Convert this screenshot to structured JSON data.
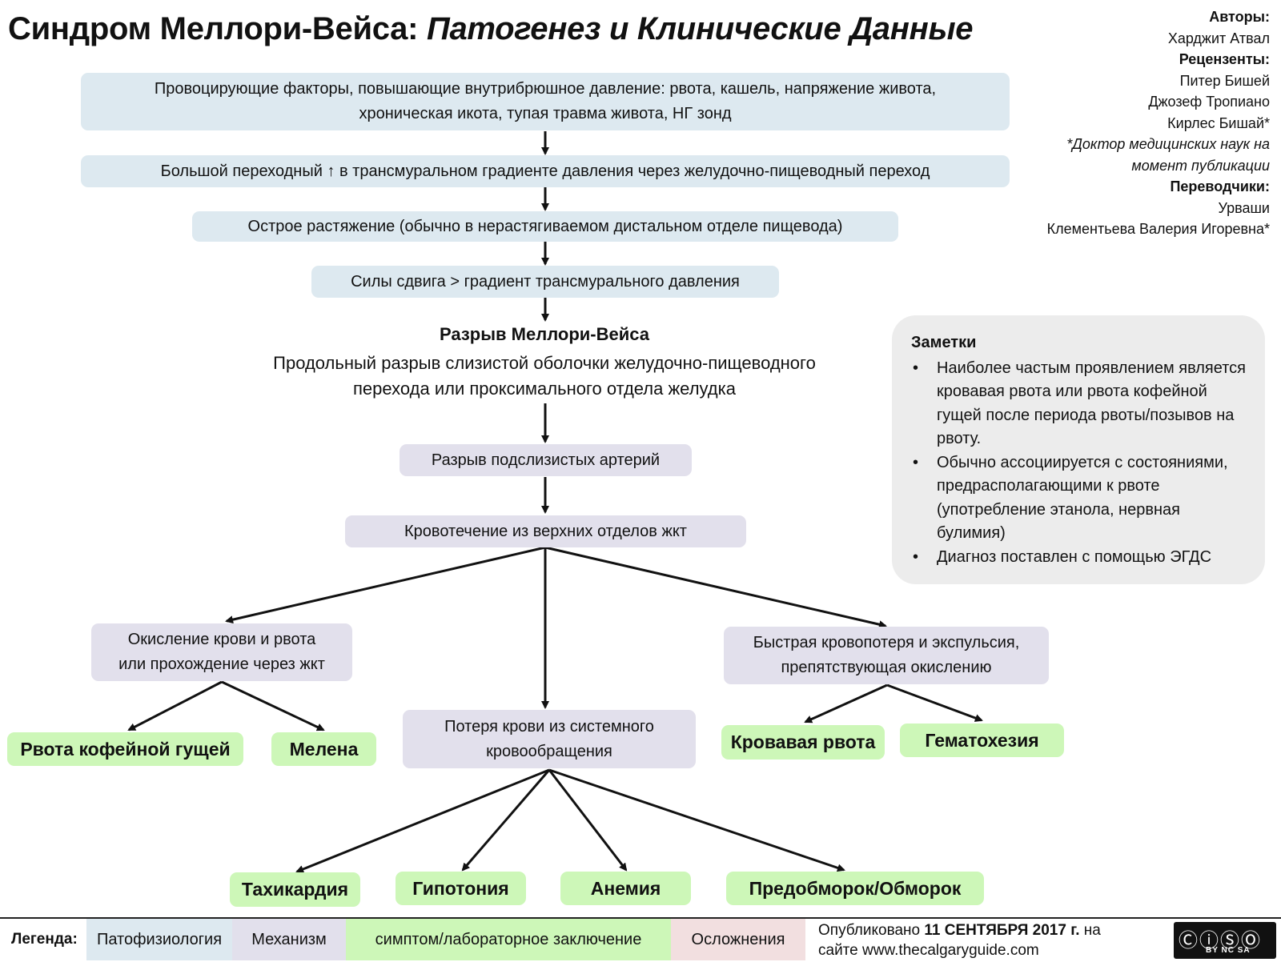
{
  "title": {
    "main": "Синдром Меллори-Вейса:",
    "sub": "Патогенез и Клинические Данные"
  },
  "credits": {
    "authors_label": "Авторы:",
    "authors": [
      "Харджит Атвал"
    ],
    "reviewers_label": "Рецензенты:",
    "reviewers": [
      "Питер Бишей",
      "Джозеф Тропиано",
      "Кирлес Бишай*"
    ],
    "note_line1": "*Доктор медицинских наук на",
    "note_line2": "момент публикации",
    "translators_label": "Переводчики:",
    "translators": [
      "Урваши",
      "Клементьева Валерия Игоревна*"
    ]
  },
  "flow": {
    "factors_line1": "Провоцирующие факторы, повышающие внутрибрюшное давление: рвота, кашель, напряжение живота,",
    "factors_line2": "хроническая икота, тупая травма живота, НГ зонд",
    "gradient": "Большой переходный ↑ в трансмуральном градиенте давления через желудочно-пищеводный переход",
    "stretch": "Острое растяжение (обычно в нерастягиваемом дистальном отделе пищевода)",
    "shear": "Силы сдвига > градиент трансмурального давления",
    "tear_title": "Разрыв Меллори-Вейса",
    "tear_desc_line1": "Продольный разрыв слизистой оболочки желудочно-пищеводного",
    "tear_desc_line2": "перехода или проксимального отдела желудка",
    "artery": "Разрыв подслизистых артерий",
    "bleed": "Кровотечение из верхних отделов жкт",
    "oxid_line1": "Окисление крови и рвота",
    "oxid_line2": "или прохождение через жкт",
    "loss_line1": "Потеря крови из системного",
    "loss_line2": "кровообращения",
    "rapid_line1": "Быстрая кровопотеря и экспульсия,",
    "rapid_line2": "препятствующая окислению",
    "coffee": "Рвота кофейной гущей",
    "melena": "Мелена",
    "hematemesis": "Кровавая рвота",
    "hematochezia": "Гематохезия",
    "tachy": "Тахикардия",
    "hypo": "Гипотония",
    "anemia": "Анемия",
    "syncope": "Предобморок/Обморок"
  },
  "notes": {
    "title": "Заметки",
    "items": [
      "Наиболее частым проявлением является кровавая рвота или рвота кофейной гущей после периода рвоты/позывов на рвоту.",
      "Обычно ассоциируется с состояниями, предрасполагающими к рвоте (употребление этанола, нервная булимия)",
      "Диагноз поставлен с помощью ЭГДС"
    ]
  },
  "legend": {
    "label": "Легенда:",
    "patho": "Патофизиология",
    "mech": "Механизм",
    "symp": "симптом/лабораторное заключение",
    "comp": "Осложнения",
    "colors": {
      "patho": "#dde9f0",
      "mech": "#e2e0ec",
      "symp": "#cdf7b8",
      "comp": "#f2dfe0"
    }
  },
  "footer": {
    "published_prefix": "Опубликовано",
    "published_date": "11 СЕНТЯБРЯ 2017 г.",
    "published_suffix": "на",
    "site": "сайте www.thecalgaryguide.com",
    "license_label": "BY  NC  SA"
  }
}
